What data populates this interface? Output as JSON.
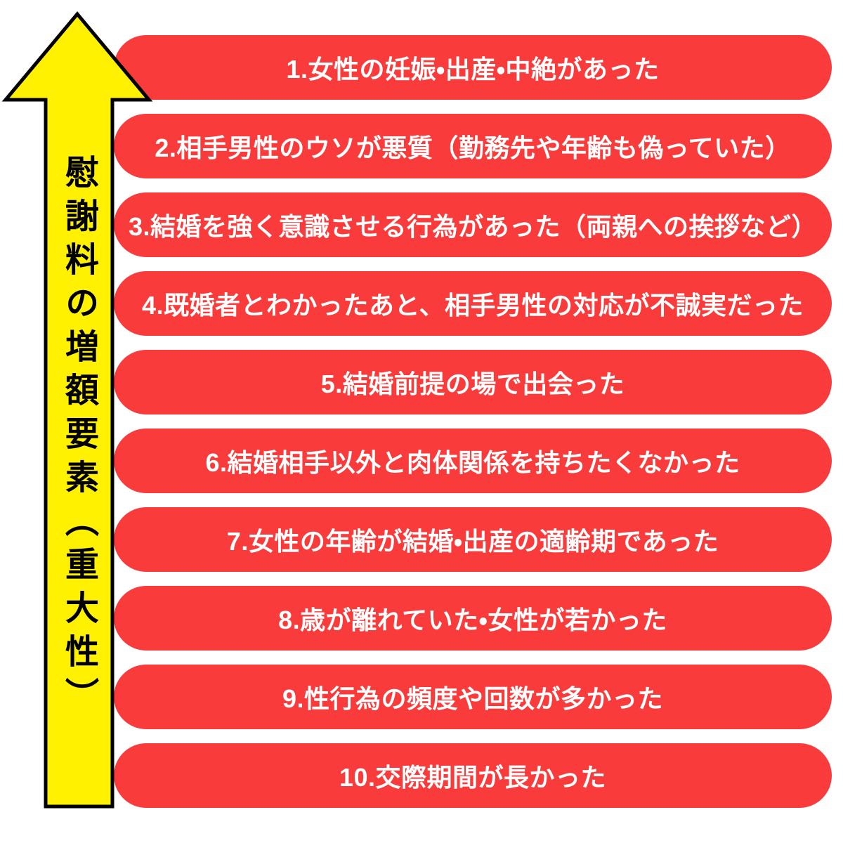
{
  "diagram": {
    "axis_label": "慰謝料の増額要素（重大性）",
    "items": [
      "1.女性の妊娠・出産・中絶があった",
      "2.相手男性のウソが悪質（勤務先や年齢も偽っていた）",
      "3.結婚を強く意識させる行為があった（両親への挨拶など）",
      "4.既婚者とわかったあと、相手男性の対応が不誠実だった",
      "5.結婚前提の場で出会った",
      "6.結婚相手以外と肉体関係を持ちたくなかった",
      "7.女性の年齢が結婚・出産の適齢期であった",
      "8.歳が離れていた・女性が若かった",
      "9.性行為の頻度や回数が多かった",
      "10.交際期間が長かった"
    ],
    "colors": {
      "page_background": "#FFFFFF",
      "item_background": "#FA3B3B",
      "item_text": "#FFFFFF",
      "arrow_fill": "#FFF100",
      "arrow_outline": "#000000",
      "label_text": "#000000"
    }
  }
}
